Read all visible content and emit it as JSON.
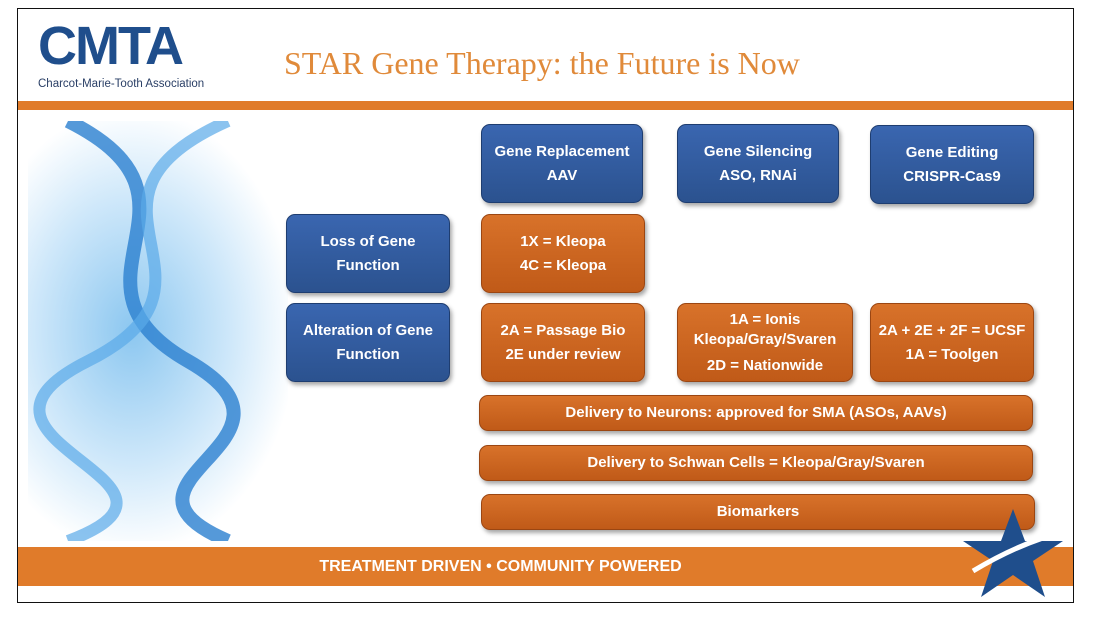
{
  "header": {
    "logo_text": "CMTA",
    "logo_subtitle": "Charcot-Marie-Tooth Association",
    "title": "STAR Gene Therapy: the Future is Now"
  },
  "columns": [
    {
      "line1": "Gene Replacement",
      "line2": "AAV"
    },
    {
      "line1": "Gene Silencing",
      "line2": "ASO,  RNAi"
    },
    {
      "line1": "Gene Editing",
      "line2": "CRISPR-Cas9"
    }
  ],
  "rows": [
    {
      "line1": "Loss of Gene",
      "line2": "Function"
    },
    {
      "line1": "Alteration of Gene",
      "line2": "Function"
    }
  ],
  "cells": {
    "loss_replacement": [
      "1X = Kleopa",
      "4C = Kleopa"
    ],
    "alt_replacement": [
      "2A = Passage Bio",
      "2E under review"
    ],
    "alt_silencing": [
      "1A = Ionis",
      "Kleopa/Gray/Svaren",
      "2D = Nationwide"
    ],
    "alt_editing": [
      "2A + 2E + 2F = UCSF",
      "1A = Toolgen"
    ]
  },
  "bars": [
    "Delivery to Neurons: approved for SMA (ASOs, AAVs)",
    "Delivery to Schwan Cells = Kleopa/Gray/Svaren",
    "Biomarkers"
  ],
  "footer": "TREATMENT DRIVEN  •  COMMUNITY POWERED",
  "colors": {
    "blue": "#2f5597",
    "orange": "#d0651f"
  }
}
